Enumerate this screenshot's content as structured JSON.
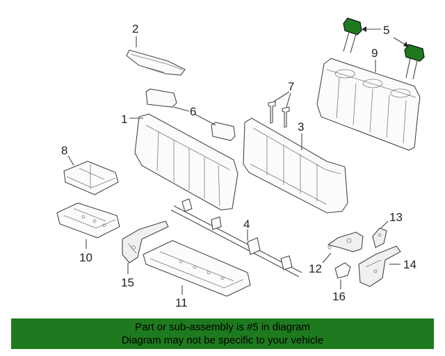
{
  "callouts": [
    "1",
    "2",
    "3",
    "4",
    "5",
    "6",
    "7",
    "8",
    "9",
    "10",
    "11",
    "12",
    "13",
    "14",
    "15",
    "16"
  ],
  "highlight_color": "#1e7a1e",
  "banner": {
    "line1": "Part or sub-assembly is #5 in diagram",
    "line2": "Diagram may not be specific to your vehicle"
  }
}
